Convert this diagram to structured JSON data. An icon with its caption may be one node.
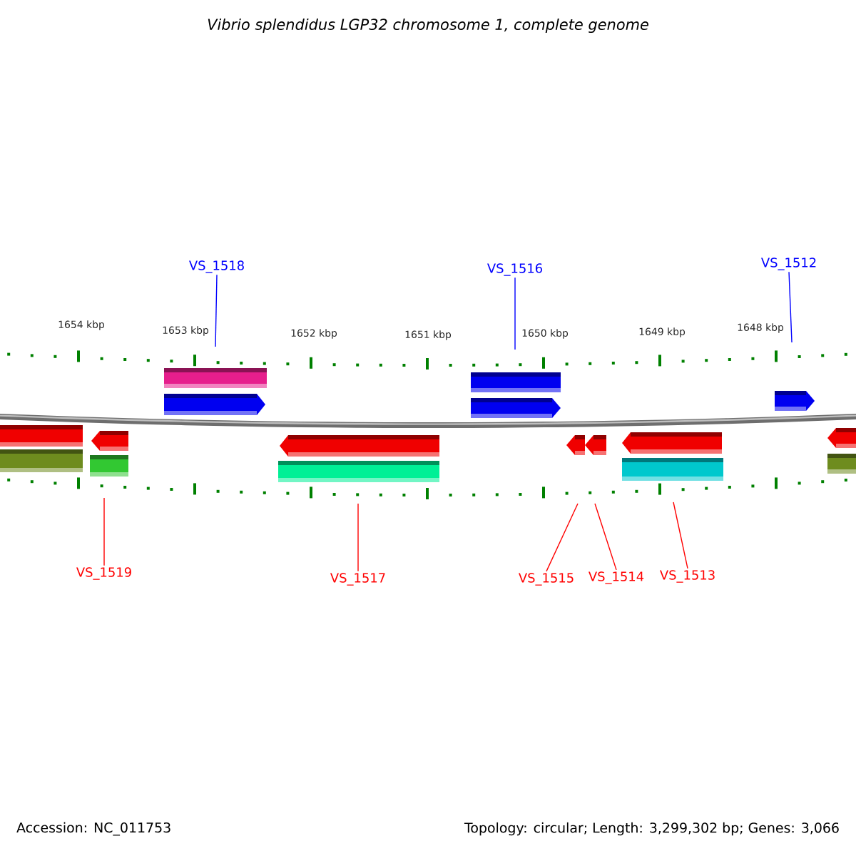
{
  "diagram": {
    "title": "Vibrio splendidus LGP32 chromosome 1, complete genome",
    "nodes": [
      {
        "text": [
          "VS_1518"
        ]
      },
      {
        "text": [
          "VS_1516"
        ]
      },
      {
        "text": [
          "VS_1512"
        ]
      },
      {
        "text": [
          "VS_1519"
        ]
      },
      {
        "text": [
          "VS_1517"
        ]
      },
      {
        "text": [
          "VS_1515"
        ]
      },
      {
        "text": [
          "VS_1514"
        ]
      },
      {
        "text": [
          "VS_1513"
        ]
      }
    ],
    "edges": [
      {
        "from": 0,
        "to": null,
        "arrow": "none",
        "color": "#0000ff"
      },
      {
        "from": 1,
        "to": null,
        "arrow": "none",
        "color": "#0000ff"
      },
      {
        "from": 2,
        "to": null,
        "arrow": "none",
        "color": "#0000ff"
      },
      {
        "from": 3,
        "to": null,
        "arrow": "none"
      },
      {
        "from": 4,
        "to": null,
        "arrow": "none"
      },
      {
        "from": 5,
        "to": null,
        "arrow": "none"
      },
      {
        "from": 6,
        "to": null,
        "arrow": "none"
      },
      {
        "from": 7,
        "to": null,
        "arrow": "none"
      }
    ],
    "labels": [
      "1654 kbp",
      "1653 kbp",
      "1652 kbp",
      "1651 kbp",
      "1650 kbp",
      "1649 kbp",
      "1648 kbp",
      "Accession: NC_011753",
      "Topology: circular; Length: 3,299,302 bp; Genes: 3,066"
    ]
  }
}
